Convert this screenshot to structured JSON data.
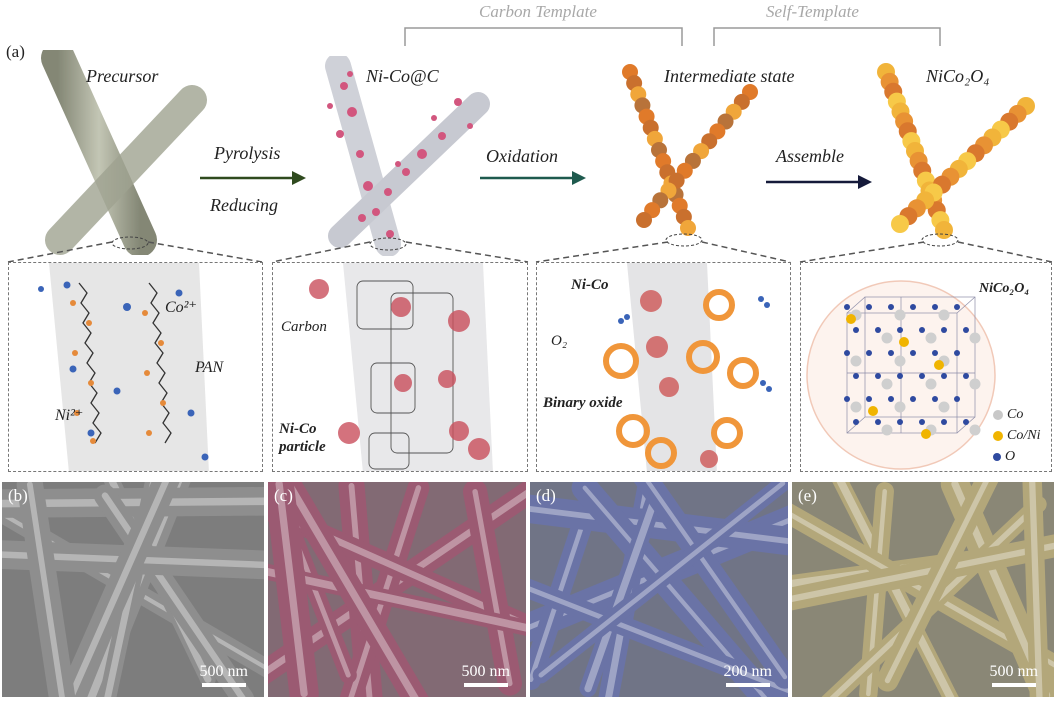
{
  "panel_a": "(a)",
  "brackets": {
    "carbon_template": "Carbon Template",
    "self_template": "Self-Template"
  },
  "stages": {
    "precursor": "Precursor",
    "nico_c": "Ni-Co@C",
    "intermediate": "Intermediate state",
    "nico2o4": "NiCo₂O₄"
  },
  "arrows": {
    "pyrolysis": "Pyrolysis",
    "reducing": "Reducing",
    "oxidation": "Oxidation",
    "assemble": "Assemble"
  },
  "box1": {
    "co": "Co²⁺",
    "pan": "PAN",
    "ni": "Ni²⁺"
  },
  "box2": {
    "carbon": "Carbon",
    "particle_line1": "Ni-Co",
    "particle_line2": "particle"
  },
  "box3": {
    "nico": "Ni-Co",
    "o2": "O₂",
    "binary": "Binary oxide"
  },
  "box4": {
    "title": "NiCo₂O₄",
    "legend": [
      "Co",
      "Co/Ni",
      "O"
    ]
  },
  "colors": {
    "co": "#c8c8c8",
    "coni": "#f0b400",
    "o": "#2f4aa0"
  },
  "sem": [
    {
      "letter": "(b)",
      "scale": "500 nm",
      "tint": "#8e8e8e"
    },
    {
      "letter": "(c)",
      "scale": "500 nm",
      "tint": "#9b5a72"
    },
    {
      "letter": "(d)",
      "scale": "200 nm",
      "tint": "#6a73a6"
    },
    {
      "letter": "(e)",
      "scale": "500 nm",
      "tint": "#b3a77a"
    }
  ]
}
